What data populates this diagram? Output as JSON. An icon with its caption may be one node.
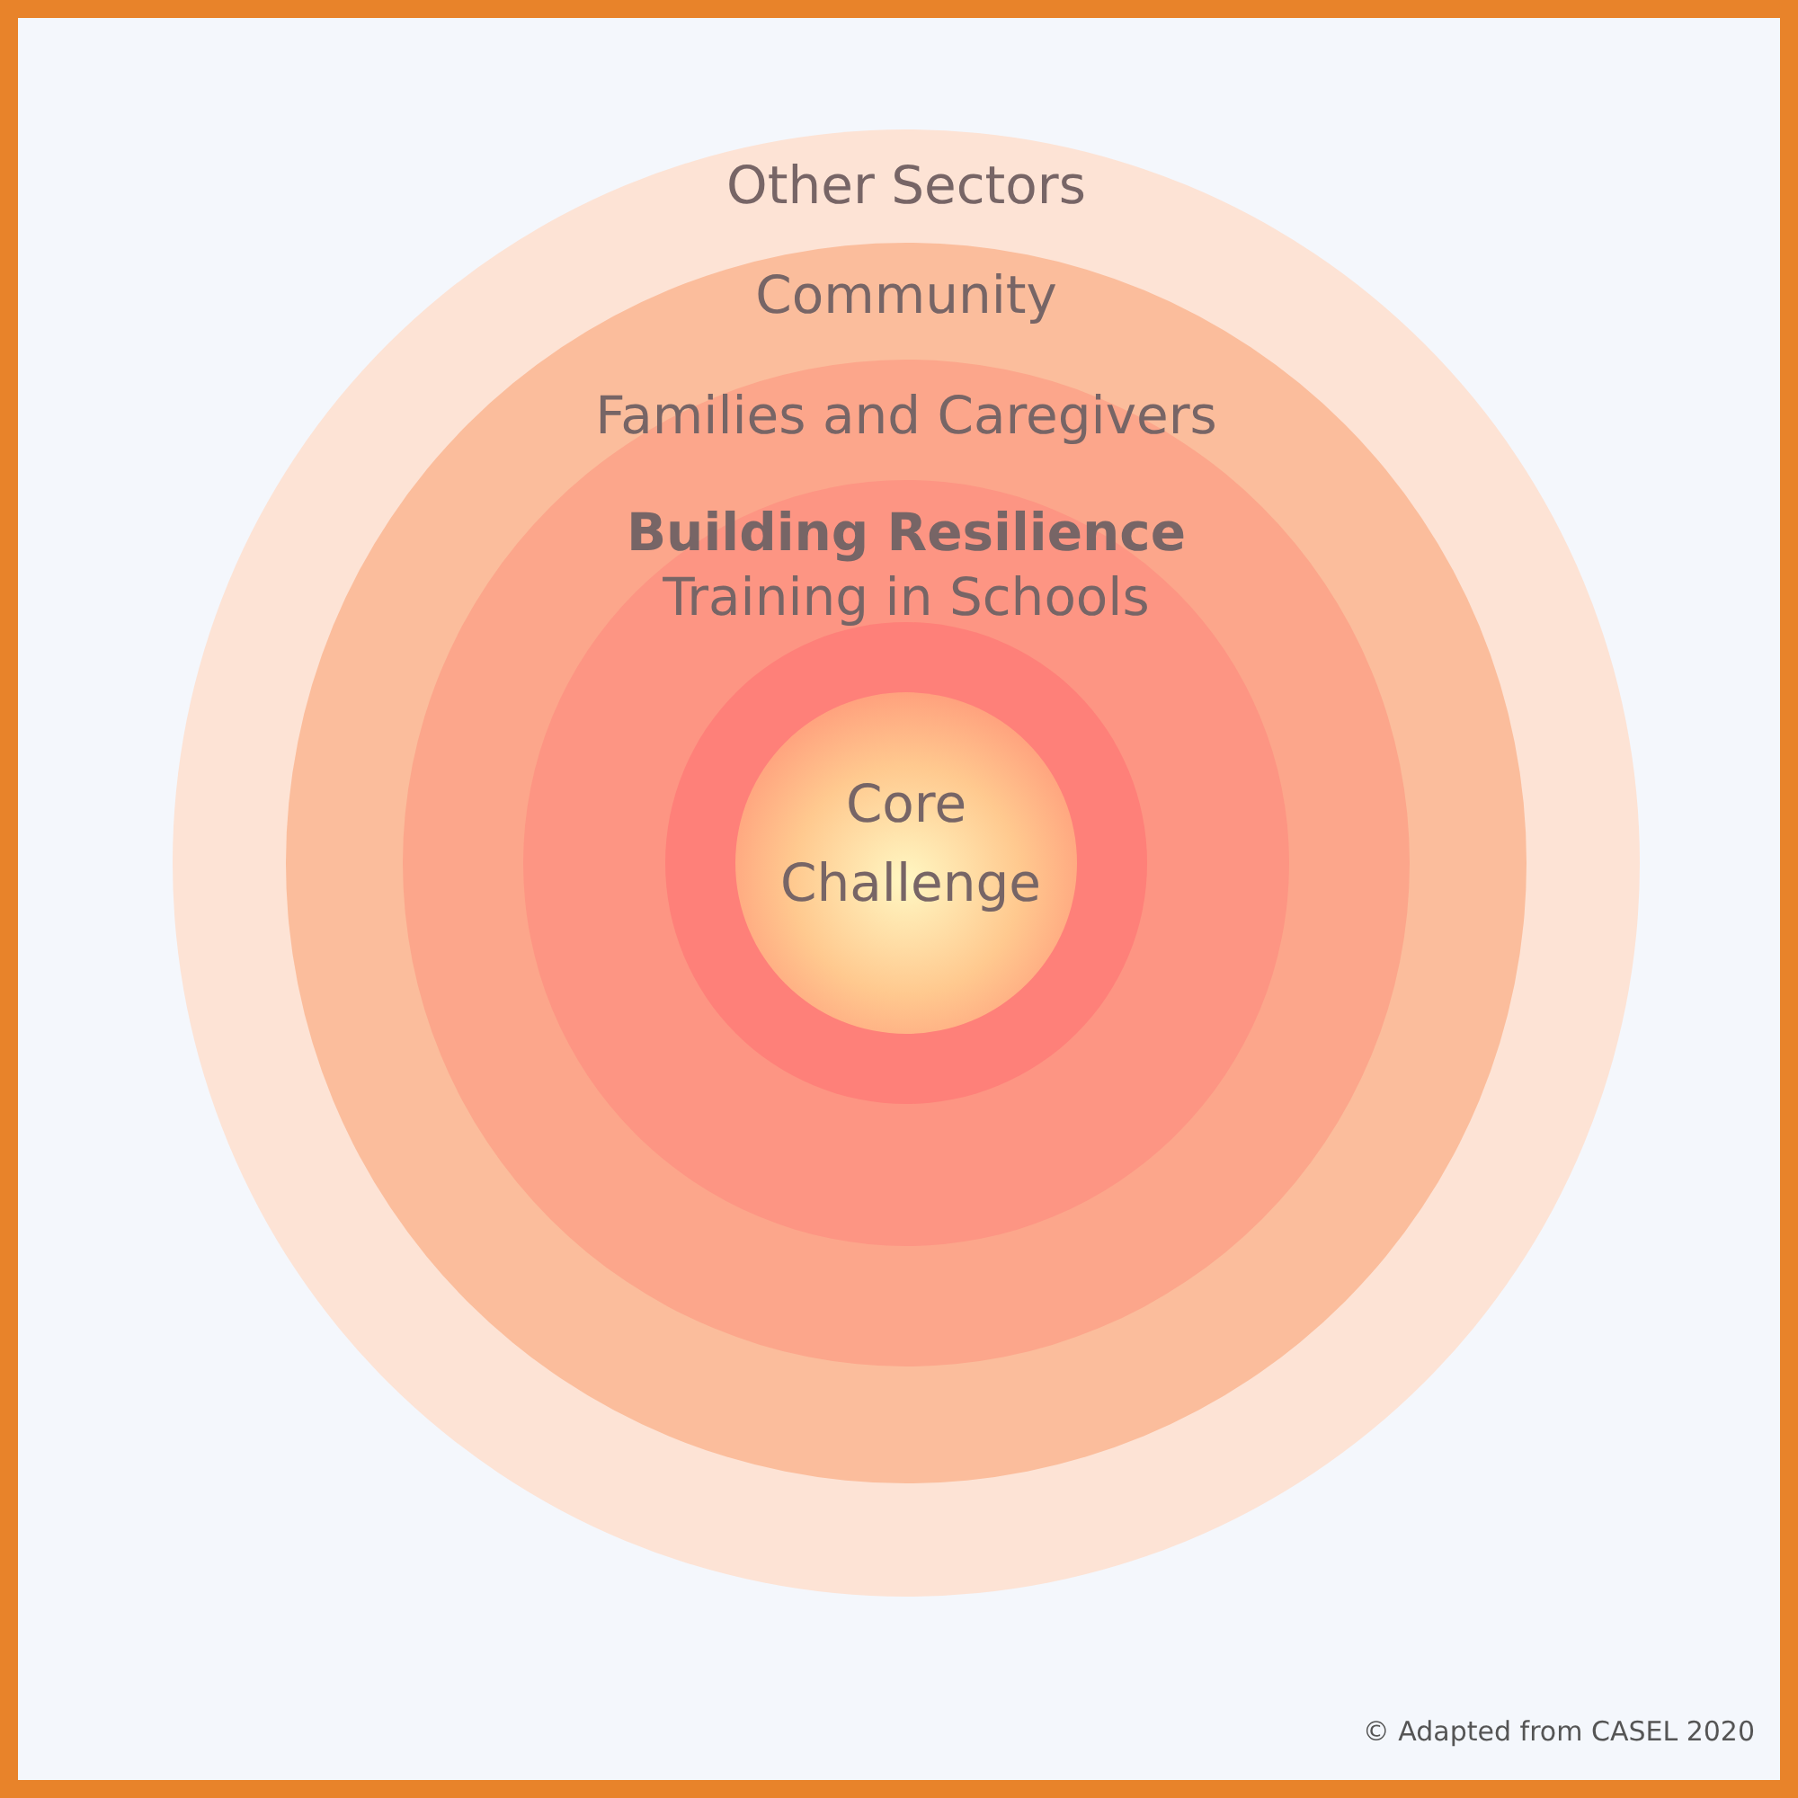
{
  "diagram": {
    "nodes": [
      {
        "text": [
          "Other Sectors"
        ]
      },
      {
        "text": [
          "Community"
        ],
        "in": 0
      },
      {
        "text": [
          "Families and Caregivers"
        ],
        "in": 1
      },
      {
        "text": [
          "Building Resilience",
          "Training in Schools"
        ],
        "in": 2
      },
      {
        "text": [],
        "shape": "circle",
        "in": 3
      },
      {
        "text": [
          "Core Challenge"
        ],
        "in": 4
      }
    ],
    "labels": [
      "© Adapted from CASEL 2020"
    ]
  }
}
